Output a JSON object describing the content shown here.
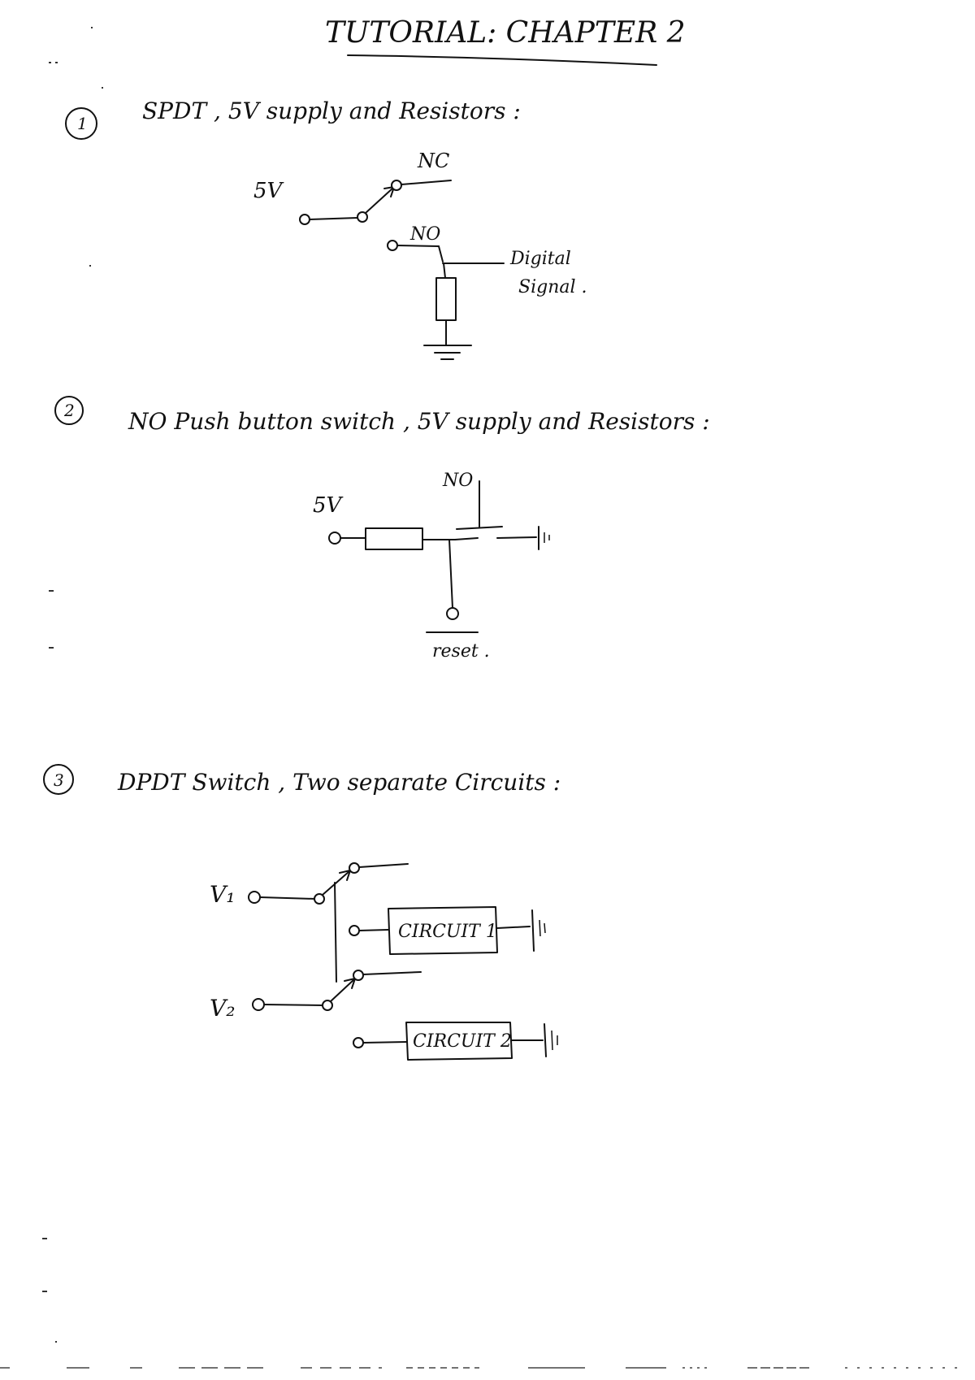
{
  "title": "TUTORIAL: CHAPTER 2",
  "sections": [
    {
      "number": "1",
      "heading": "SPDT , 5V supply and Resistors :",
      "labels": {
        "supply": "5V",
        "nc": "NC",
        "no": "NO",
        "output_line1": "Digital",
        "output_line2": "Signal ."
      }
    },
    {
      "number": "2",
      "heading": "NO Push button switch , 5V supply and Resistors :",
      "labels": {
        "supply": "5V",
        "no": "NO",
        "output": "reset ."
      }
    },
    {
      "number": "3",
      "heading": "DPDT Switch , Two separate Circuits :",
      "labels": {
        "v1": "V₁",
        "v2": "V₂",
        "circuit1": "CIRCUIT 1",
        "circuit2": "CIRCUIT 2"
      }
    }
  ]
}
